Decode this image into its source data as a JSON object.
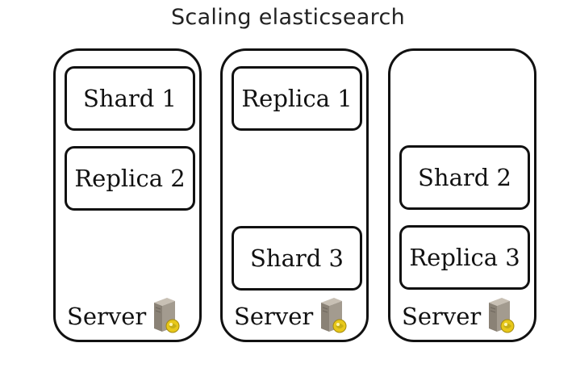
{
  "title": "Scaling elasticsearch",
  "servers": [
    {
      "boxes": [
        "Shard 1",
        "Replica 2"
      ],
      "label": "Server",
      "icon": "server-icon"
    },
    {
      "boxes": [
        "Replica 1",
        "Shard 3"
      ],
      "label": "Server",
      "icon": "server-icon"
    },
    {
      "boxes": [
        "Shard 2",
        "Replica 3"
      ],
      "label": "Server",
      "icon": "server-icon"
    }
  ]
}
